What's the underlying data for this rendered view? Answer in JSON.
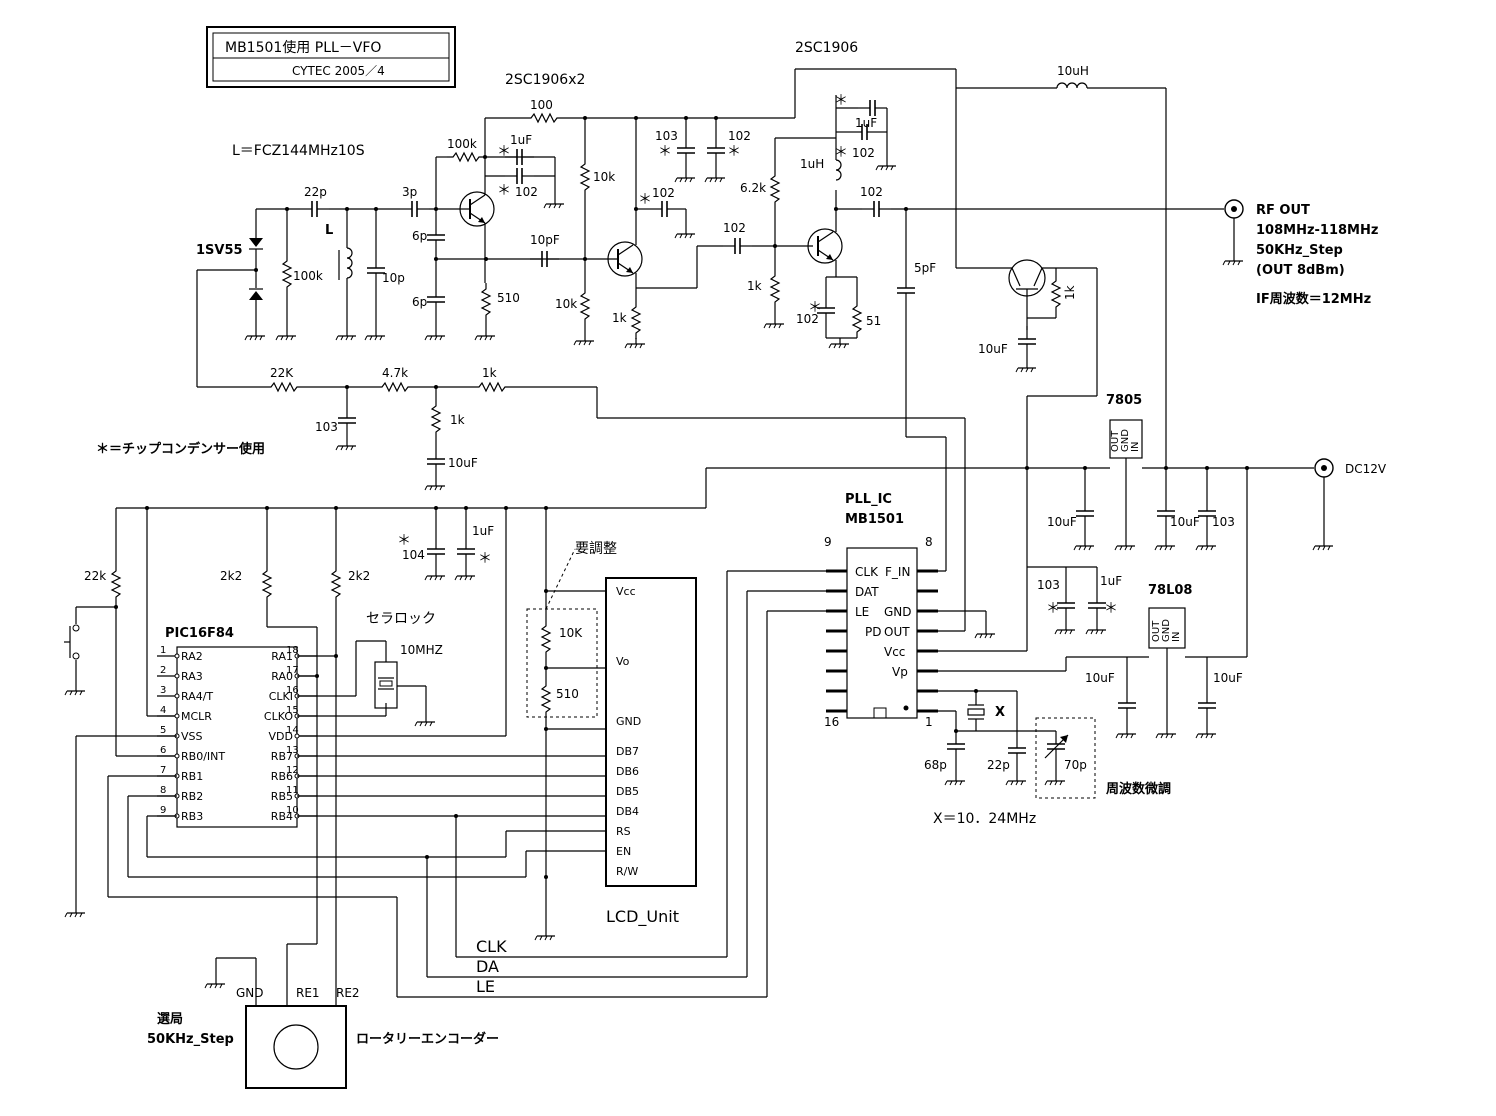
{
  "title_box": {
    "line1": "MB1501使用  PLL－VFO",
    "line2": "CYTEC  2005／4"
  },
  "notes": {
    "coil": "L＝FCZ144MHz10S",
    "chip": "＊＝チップコンデンサー使用",
    "crystal_freq": "X＝10．24MHz",
    "if_freq": "IF周波数＝12MHz",
    "fine_tune": "周波数微調",
    "adjust": "要調整"
  },
  "transistors": {
    "t1": "2SC1906x2",
    "t2": "2SC1906"
  },
  "outputs": {
    "rf_out": "RF OUT",
    "rf_band": "108MHz-118MHz",
    "rf_step": "50KHz_Step",
    "rf_level": "(OUT  8dBm)",
    "dc": "DC12V"
  },
  "regulators": {
    "r1": "7805",
    "r2": "78L08",
    "pins": [
      "OUT",
      "GND",
      "IN"
    ]
  },
  "ics": {
    "pll_title": "PLL_IC",
    "pll_part": "MB1501",
    "pll_pins_left": [
      "CLK",
      "DAT",
      "LE",
      "PD"
    ],
    "pll_pins_right": [
      "F_IN",
      "GND",
      "OUT",
      "Vcc",
      "Vp"
    ],
    "pll_pin_numbers": [
      "9",
      "8",
      "16",
      "1"
    ],
    "pic_part": "PIC16F84",
    "pic_left_names": [
      "RA2",
      "RA3",
      "RA4/T",
      "MCLR",
      "VSS",
      "RB0/INT",
      "RB1",
      "RB2",
      "RB3"
    ],
    "pic_left_nums": [
      "1",
      "2",
      "3",
      "4",
      "5",
      "6",
      "7",
      "8",
      "9"
    ],
    "pic_right_names": [
      "RA1",
      "RA0",
      "CLKI",
      "CLKO",
      "VDD",
      "RB7",
      "RB6",
      "RB5",
      "RB4"
    ],
    "pic_right_nums": [
      "18",
      "17",
      "16",
      "15",
      "14",
      "13",
      "12",
      "11",
      "10"
    ]
  },
  "lcd": {
    "title": "LCD_Unit",
    "pins": [
      "Vcc",
      "Vo",
      "GND",
      "DB7",
      "DB6",
      "DB5",
      "DB4",
      "RS",
      "EN",
      "R/W"
    ]
  },
  "encoder": {
    "name": "ロータリーエンコーダー",
    "feed": "選局",
    "step": "50KHz_Step",
    "pins": [
      "GND",
      "RE1",
      "RE2"
    ]
  },
  "ceramic": {
    "name": "セラロック",
    "freq": "10MHZ"
  },
  "buses": [
    "CLK",
    "DA",
    "LE"
  ],
  "parts": {
    "varicap": "1SV55",
    "coil_l": "L",
    "uh10": "10uH",
    "uh1": "1uH",
    "x": "X",
    "values": [
      "100",
      "100k",
      "1uF",
      "102",
      "103",
      "102",
      "22p",
      "3p",
      "6p",
      "6p",
      "100k",
      "10p",
      "510",
      "10pF",
      "10k",
      "10k",
      "102",
      "1k",
      "102",
      "6.2k",
      "1k",
      "102",
      "51",
      "102",
      "5pF",
      "1uF",
      "102",
      "1k",
      "10uF",
      "22K",
      "4.7k",
      "1k",
      "1k",
      "103",
      "10uF",
      "22k",
      "2k2",
      "2k2",
      "104",
      "1uF",
      "10K",
      "510",
      "10uF",
      "10uF",
      "103",
      "103",
      "1uF",
      "10uF",
      "10uF",
      "68p",
      "22p",
      "70p"
    ]
  }
}
